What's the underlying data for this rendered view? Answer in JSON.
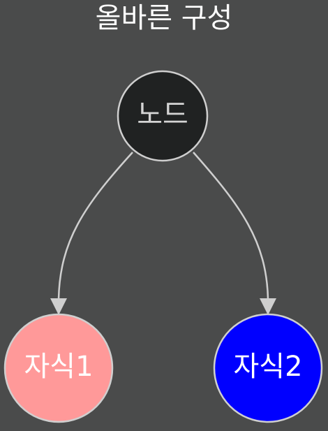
{
  "title": "올바른 구성",
  "nodes": {
    "root": {
      "label": "노드",
      "fill": "#202222",
      "text_color": "#d4d4d4"
    },
    "child1": {
      "label": "자식1",
      "fill": "#ff9999",
      "text_color": "#ffffff"
    },
    "child2": {
      "label": "자식2",
      "fill": "#0000ff",
      "text_color": "#ffffff"
    }
  },
  "edges": [
    {
      "from": "root",
      "to": "child1"
    },
    {
      "from": "root",
      "to": "child2"
    }
  ],
  "colors": {
    "background": "#4a4b4b",
    "node_border": "#cfcfcf",
    "edge": "#cfcfcf"
  }
}
